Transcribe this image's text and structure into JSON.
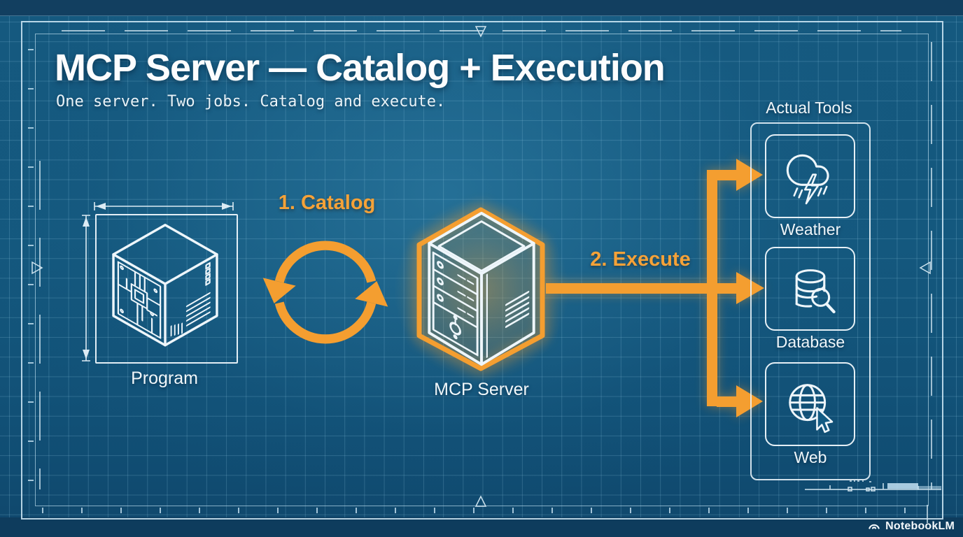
{
  "palette": {
    "accent": "#F49E30",
    "line": "#EEF6FB",
    "background": "#14587E"
  },
  "header": {
    "title": "MCP Server — Catalog + Execution",
    "subtitle": "One server. Two jobs. Catalog and execute."
  },
  "nodes": {
    "program": {
      "label": "Program",
      "icon": "circuit-cube-icon"
    },
    "server": {
      "label": "MCP Server",
      "icon": "server-cube-icon"
    }
  },
  "steps": {
    "catalog": {
      "label": "1. Catalog",
      "icon": "sync-cycle-icon"
    },
    "execute": {
      "label": "2. Execute",
      "icon": "branch-arrows-icon"
    }
  },
  "tools_panel": {
    "title": "Actual Tools",
    "items": [
      {
        "label": "Weather",
        "icon": "storm-cloud-icon"
      },
      {
        "label": "Database",
        "icon": "database-search-icon"
      },
      {
        "label": "Web",
        "icon": "globe-cursor-icon"
      }
    ]
  },
  "watermark": {
    "label": "NotebookLM",
    "icon": "notebooklm-logo-icon"
  }
}
